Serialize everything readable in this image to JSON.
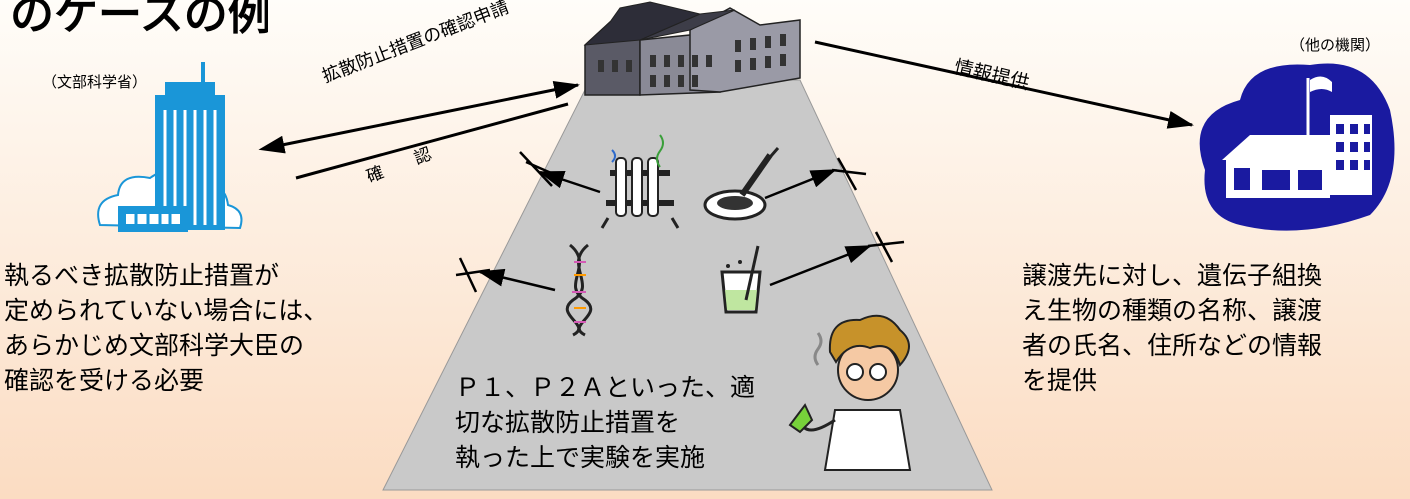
{
  "header": {
    "title_fragment": "のケースの例"
  },
  "ministry": {
    "label": "（文部科学省）"
  },
  "other_org": {
    "label": "（他の機関）"
  },
  "arrows": {
    "confirm_request": "拡散防止措置の確認申請",
    "confirm": "確　　認",
    "info_provide": "情報提供"
  },
  "notes": {
    "left": [
      "執るべき拡散防止措置が",
      "定められていない場合には、",
      "あらかじめ文部科学大臣の",
      "確認を受ける必要"
    ],
    "center": [
      "Ｐ１、Ｐ２Ａといった、適",
      "切な拡散防止措置を",
      "執った上で実験を実施"
    ],
    "right": [
      "譲渡先に対し、遺伝子組換",
      "え生物の種類の名称、譲渡",
      "者の氏名、住所などの情報",
      "を提供"
    ]
  },
  "icons": {
    "ministry": "government-building-icon",
    "lab": "research-facility-icon",
    "other": "organization-building-icon",
    "test_tubes": "test-tubes-icon",
    "petri_dish": "petri-dish-syringe-icon",
    "dna": "dna-helix-icon",
    "beaker": "beaker-icon",
    "scientist": "scientist-icon",
    "blocked": "blocked-arrow-x-icon"
  },
  "colors": {
    "building_blue": "#1a96d8",
    "org_navy": "#1a1aa0",
    "road_gray": "#c9c9c9",
    "arrow": "#000000"
  }
}
